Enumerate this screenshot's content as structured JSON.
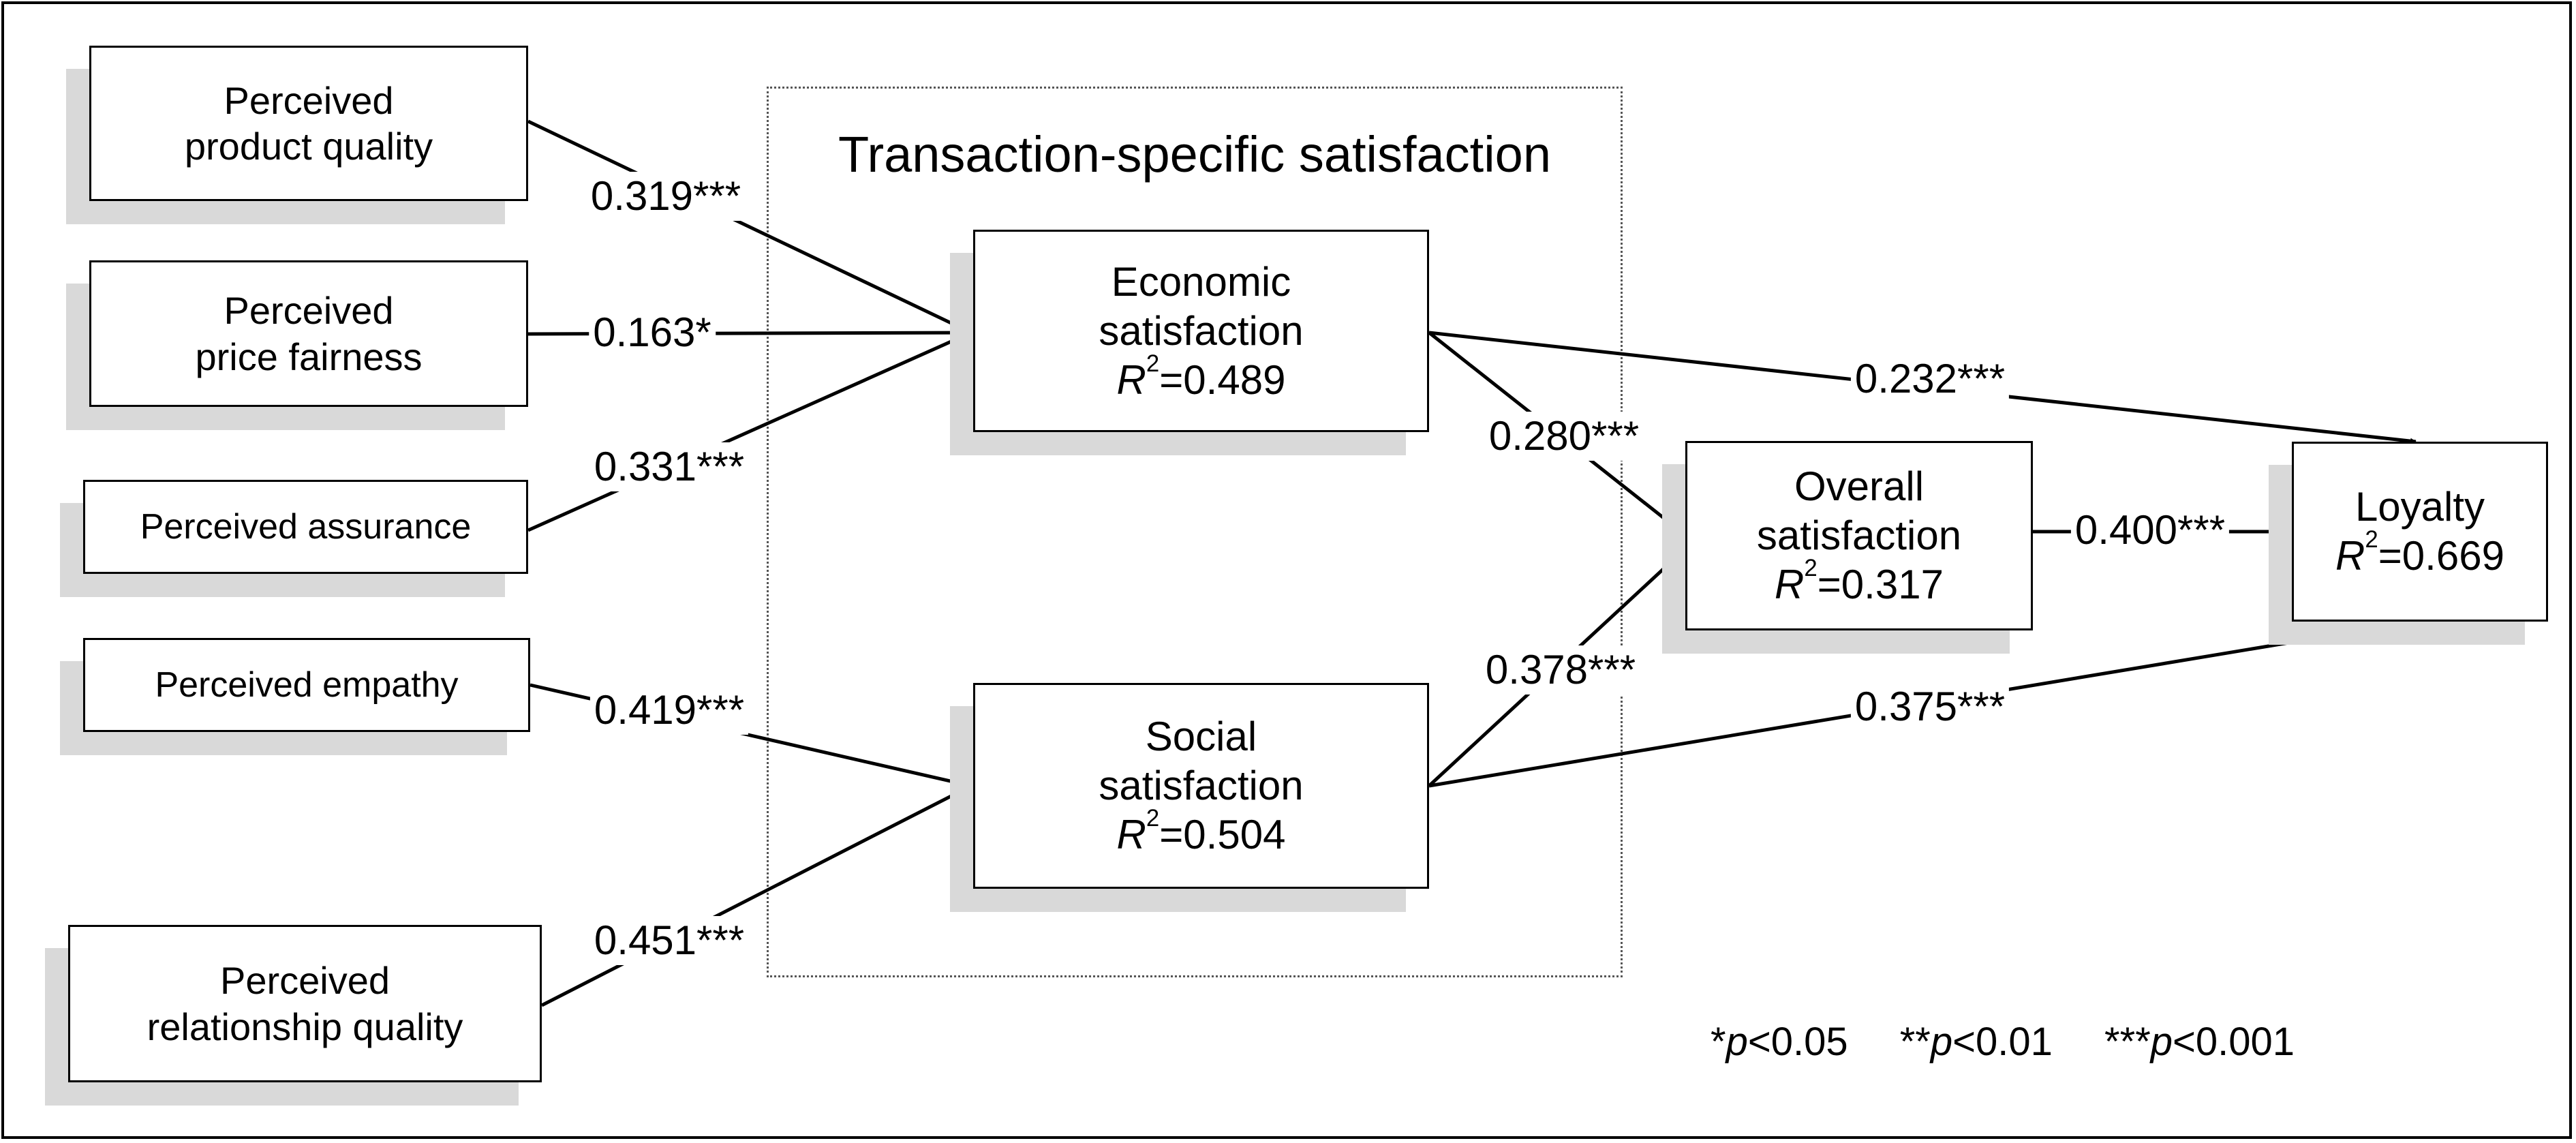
{
  "group_title": "Transaction-specific satisfaction",
  "constructs": {
    "product_quality": {
      "line1": "Perceived",
      "line2": "product quality"
    },
    "price_fairness": {
      "line1": "Perceived",
      "line2": "price fairness"
    },
    "assurance": {
      "line1": "Perceived assurance"
    },
    "empathy": {
      "line1": "Perceived empathy"
    },
    "relationship_quality": {
      "line1": "Perceived",
      "line2": "relationship quality"
    },
    "economic": {
      "line1": "Economic",
      "line2": "satisfaction",
      "r2_symbol": "R",
      "r2_exp": "2",
      "r2_value": "=0.489"
    },
    "social": {
      "line1": "Social",
      "line2": "satisfaction",
      "r2_symbol": "R",
      "r2_exp": "2",
      "r2_value": "=0.504"
    },
    "overall": {
      "line1": "Overall",
      "line2": "satisfaction",
      "r2_symbol": "R",
      "r2_exp": "2",
      "r2_value": "=0.317"
    },
    "loyalty": {
      "line1": "Loyalty",
      "r2_symbol": "R",
      "r2_exp": "2",
      "r2_value": "=0.669"
    }
  },
  "paths": [
    {
      "from": "product_quality",
      "to": "economic",
      "label": "0.319***"
    },
    {
      "from": "price_fairness",
      "to": "economic",
      "label": "0.163*"
    },
    {
      "from": "assurance",
      "to": "economic",
      "label": "0.331***"
    },
    {
      "from": "empathy",
      "to": "social",
      "label": "0.419***"
    },
    {
      "from": "relationship_quality",
      "to": "social",
      "label": "0.451***"
    },
    {
      "from": "economic",
      "to": "overall",
      "label": "0.280***"
    },
    {
      "from": "social",
      "to": "overall",
      "label": "0.378***"
    },
    {
      "from": "economic",
      "to": "loyalty",
      "label": "0.232***"
    },
    {
      "from": "social",
      "to": "loyalty",
      "label": "0.375***"
    },
    {
      "from": "overall",
      "to": "loyalty",
      "label": "0.400***"
    }
  ],
  "legend": [
    {
      "stars": "*",
      "p": "p",
      "rest": "<0.05"
    },
    {
      "stars": "**",
      "p": "p",
      "rest": "<0.01"
    },
    {
      "stars": "***",
      "p": "p",
      "rest": "<0.001"
    }
  ],
  "colors": {
    "line": "#000000",
    "shadow": "#d9d9d9",
    "group_border": "#555555"
  }
}
